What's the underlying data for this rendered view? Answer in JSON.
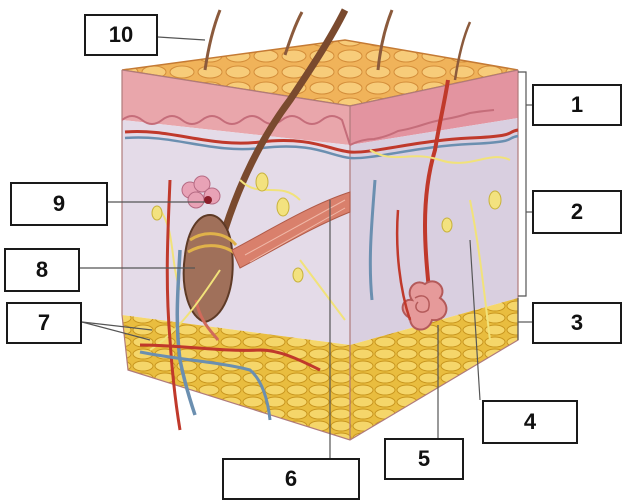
{
  "labels": [
    {
      "id": "1",
      "text": "1"
    },
    {
      "id": "2",
      "text": "2"
    },
    {
      "id": "3",
      "text": "3"
    },
    {
      "id": "4",
      "text": "4"
    },
    {
      "id": "5",
      "text": "5"
    },
    {
      "id": "6",
      "text": "6"
    },
    {
      "id": "7",
      "text": "7"
    },
    {
      "id": "8",
      "text": "8"
    },
    {
      "id": "9",
      "text": "9"
    },
    {
      "id": "10",
      "text": "10"
    }
  ],
  "colors": {
    "epidermis": "#e8a0a6",
    "dermis": "#e2d7e6",
    "fat": "#e9c14a",
    "hair": "#7a4a2e",
    "artery": "#c0392b",
    "vein": "#6b8fb0",
    "nerve": "#f1e27a"
  }
}
